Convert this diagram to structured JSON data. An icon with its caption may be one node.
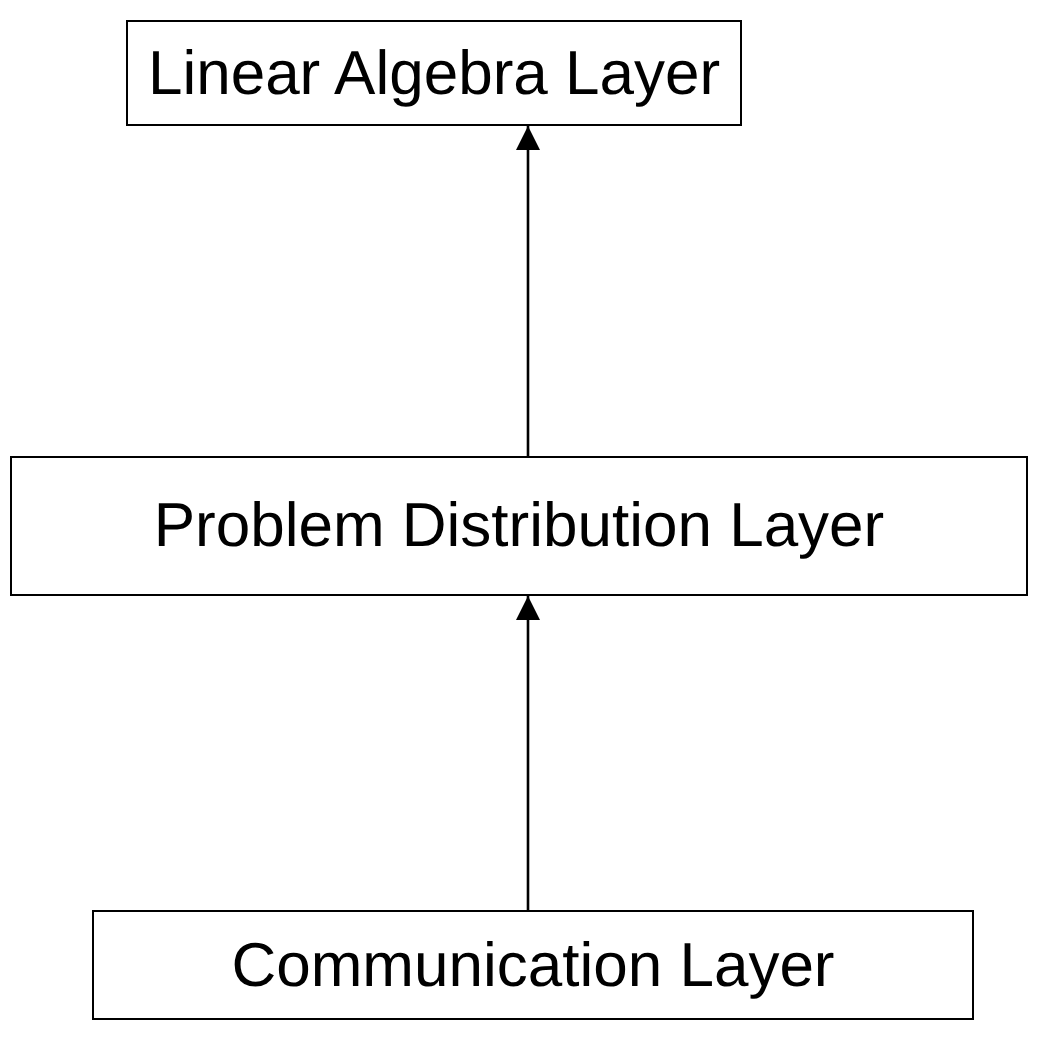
{
  "diagram": {
    "nodes": [
      {
        "text": [
          "Linear Algebra Layer"
        ]
      },
      {
        "text": [
          "Problem Distribution Layer"
        ]
      },
      {
        "text": [
          "Communication Layer"
        ]
      }
    ],
    "edges": [
      {
        "from": 1,
        "to": 0,
        "arrow": "to"
      },
      {
        "from": 2,
        "to": 1,
        "arrow": "to"
      }
    ]
  }
}
